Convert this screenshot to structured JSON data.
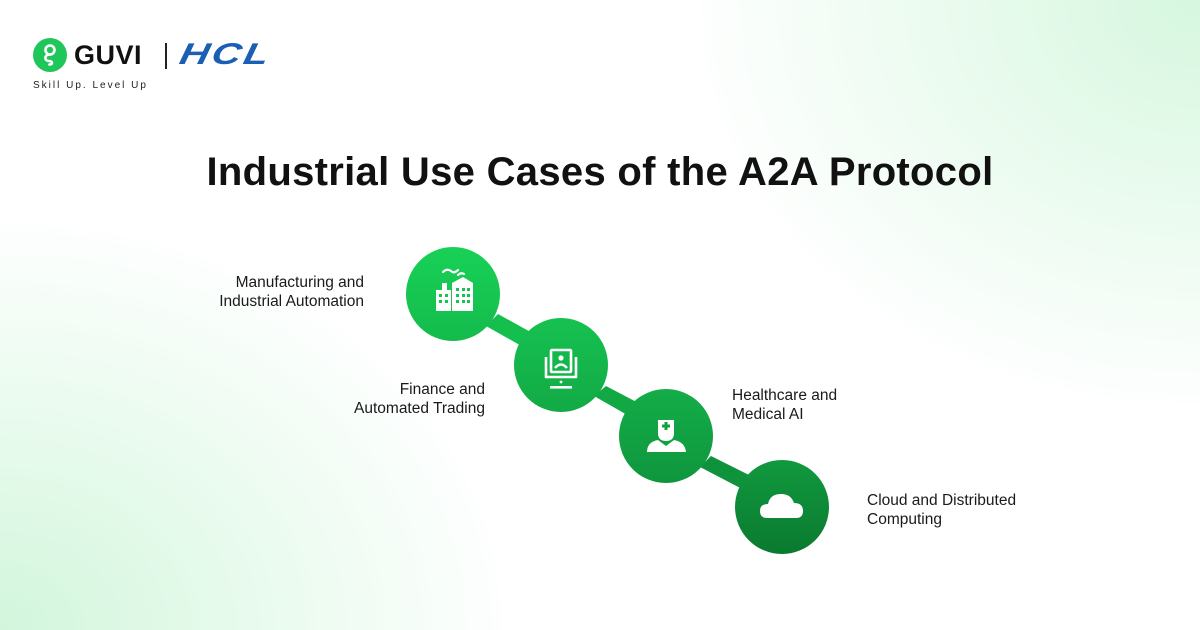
{
  "brand": {
    "logo_name": "GUVI",
    "partner_name": "HCL",
    "tagline": "Skill Up. Level Up",
    "guvi_green": "#1fc75a",
    "hcl_blue": "#1a5fb4"
  },
  "header": {
    "title": "Industrial Use Cases of the A2A Protocol"
  },
  "diagram": {
    "nodes": [
      {
        "label_line1": "Manufacturing and",
        "label_line2": "Industrial Automation",
        "icon": "factory-icon",
        "color": "#15c850"
      },
      {
        "label_line1": "Finance and",
        "label_line2": "Automated Trading",
        "icon": "monitor-dollar-icon",
        "color": "#13b548"
      },
      {
        "label_line1": "Healthcare and",
        "label_line2": "Medical AI",
        "icon": "doctor-icon",
        "color": "#10a040"
      },
      {
        "label_line1": "Cloud and Distributed",
        "label_line2": "Computing",
        "icon": "cloud-icon",
        "color": "#0d8a36"
      }
    ]
  }
}
